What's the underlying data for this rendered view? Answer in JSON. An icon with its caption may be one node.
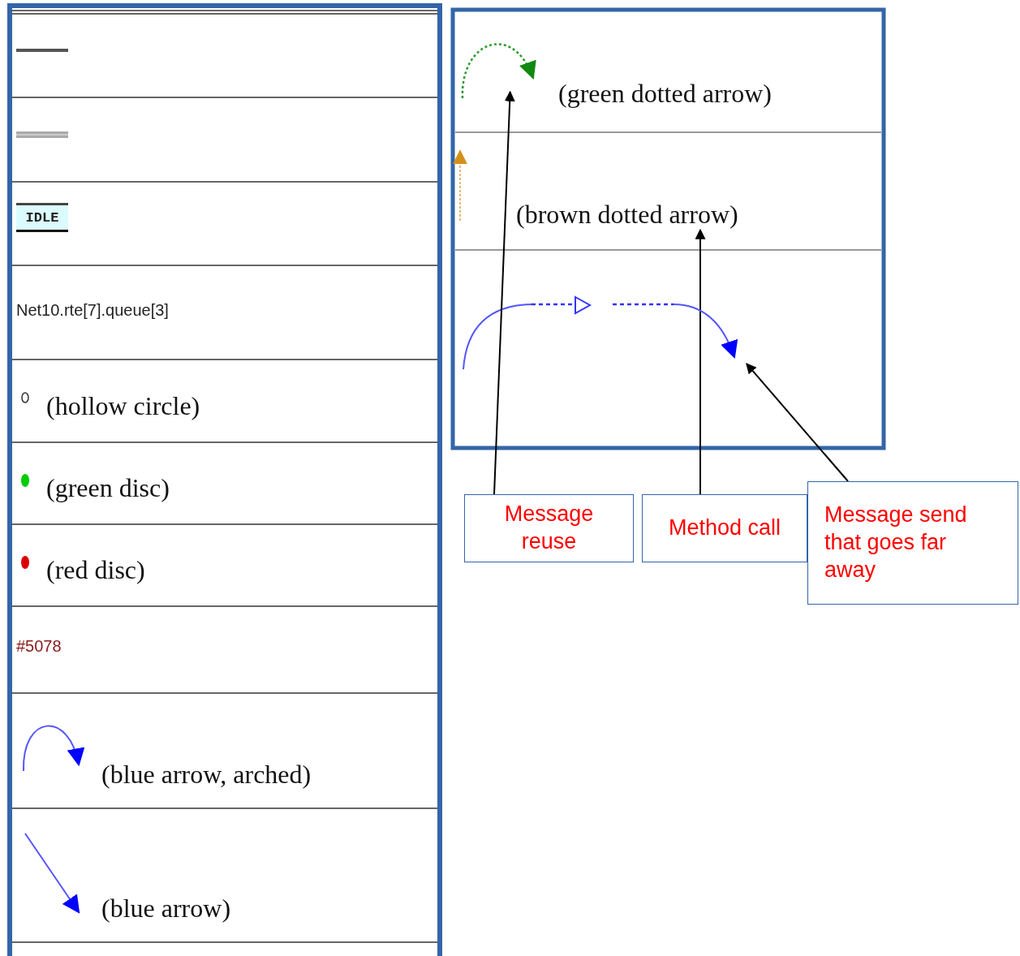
{
  "diagram": {
    "nodes": [
      {
        "text": [],
        "shape": "picture"
      },
      {
        "text": [
          "Message reuse"
        ]
      },
      {
        "text": [
          "Method call"
        ]
      },
      {
        "text": [
          "Message send that goes far away"
        ]
      },
      {
        "text": [],
        "shape": "picture"
      },
      {
        "text": [
          "(brown dotted arrow)"
        ]
      }
    ],
    "edges": [
      {
        "from": 1,
        "to": 0,
        "arrow": "to"
      },
      {
        "from": 2,
        "to": 5,
        "arrow": "to"
      },
      {
        "from": 3,
        "to": 4,
        "arrow": "to"
      }
    ],
    "labels": [
      "IDLE",
      "Net10.rte[7].queue[3]",
      "(hollow circle)",
      "(green disc)",
      "(red disc)",
      "#5078",
      "(blue arrow, arched)",
      "(blue arrow)",
      "(green dotted arrow)"
    ]
  }
}
